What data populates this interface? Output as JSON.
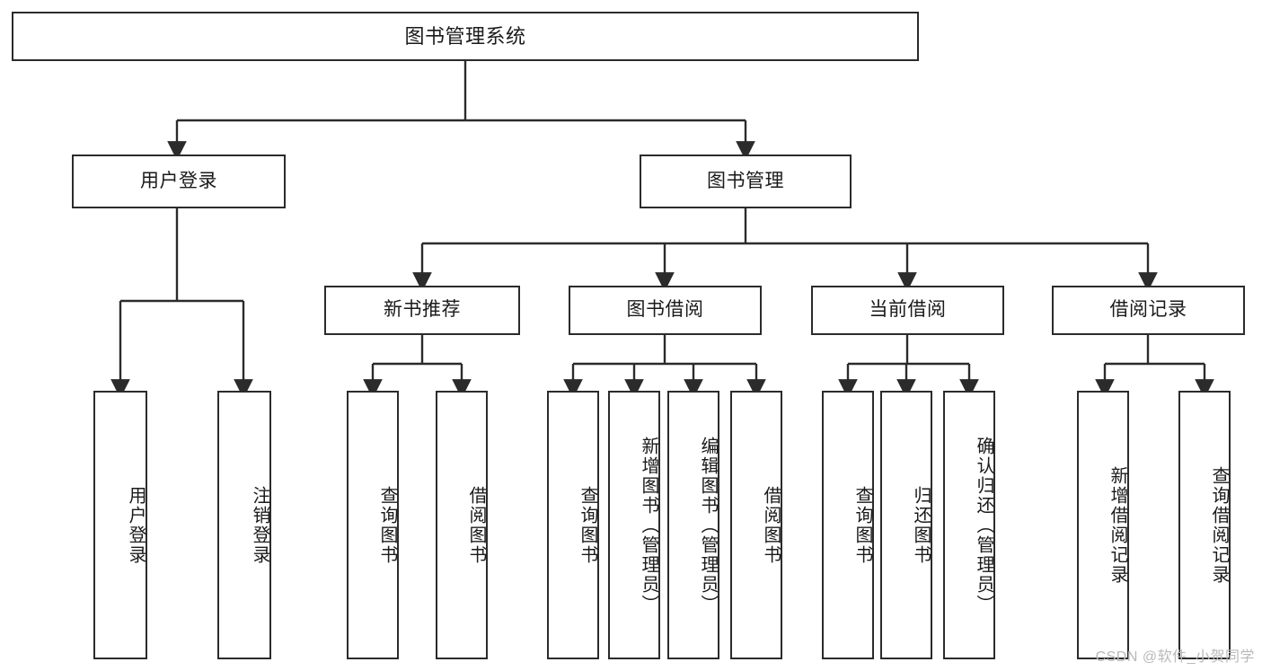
{
  "diagram": {
    "type": "tree",
    "title": "图书管理系统",
    "orientation": "top-down",
    "colors": {
      "box_border": "#2b2b2b",
      "box_fill": "#ffffff",
      "edge": "#2b2b2b",
      "text": "#1a1a1a",
      "watermark": "#b9b9b9",
      "background": "#ffffff"
    }
  },
  "root": {
    "label": "图书管理系统"
  },
  "level1": [
    {
      "label": "用户登录"
    },
    {
      "label": "图书管理"
    }
  ],
  "level2": [
    {
      "label": "新书推荐"
    },
    {
      "label": "图书借阅"
    },
    {
      "label": "当前借阅"
    },
    {
      "label": "借阅记录"
    }
  ],
  "leaves": {
    "user_login": [
      {
        "label": "用户登录"
      },
      {
        "label": "注销登录"
      }
    ],
    "new_book": [
      {
        "label": "查询图书"
      },
      {
        "label": "借阅图书"
      }
    ],
    "book_borrow": [
      {
        "label": "查询图书"
      },
      {
        "label": "新增图书（管理员）"
      },
      {
        "label": "编辑图书（管理员）"
      },
      {
        "label": "借阅图书"
      }
    ],
    "current_borrow": [
      {
        "label": "查询图书"
      },
      {
        "label": "归还图书"
      },
      {
        "label": "确认归还（管理员）"
      }
    ],
    "borrow_record": [
      {
        "label": "新增借阅记录"
      },
      {
        "label": "查询借阅记录"
      }
    ]
  },
  "watermark": {
    "text": "CSDN @软件_小贺同学"
  }
}
